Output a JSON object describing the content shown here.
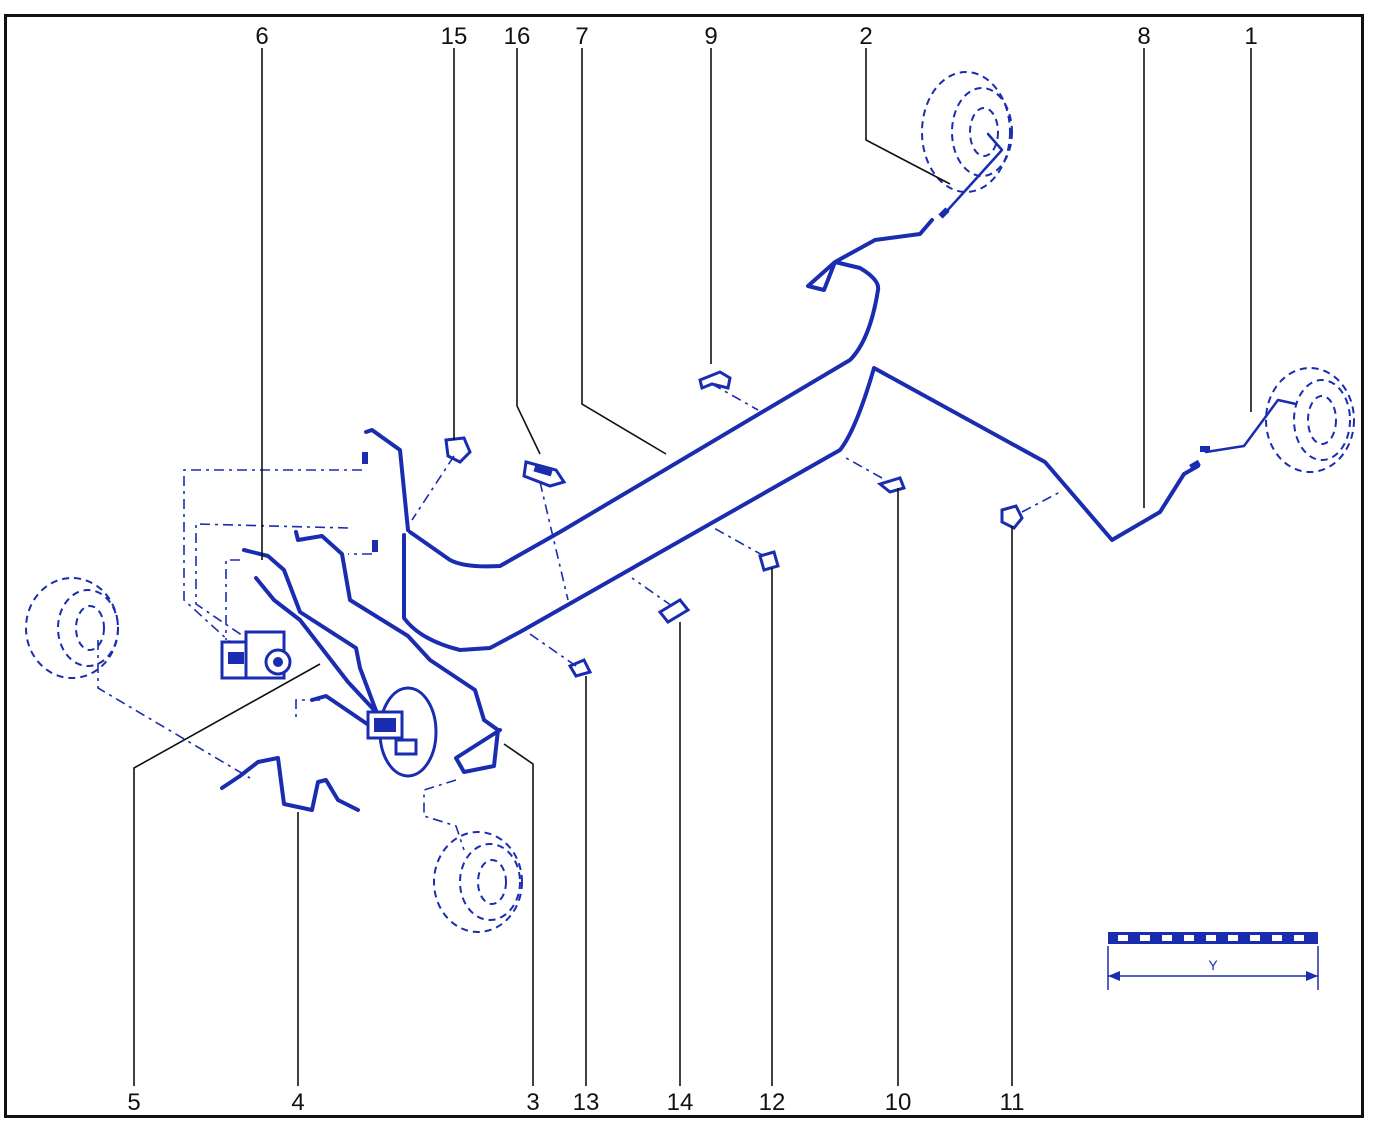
{
  "diagram": {
    "callouts_top": [
      "6",
      "15",
      "16",
      "7",
      "9",
      "2",
      "8",
      "1"
    ],
    "callouts_bottom": [
      "5",
      "4",
      "3",
      "13",
      "14",
      "12",
      "10",
      "11"
    ],
    "scale_label": "Y"
  },
  "colors": {
    "line": "#1a2db0",
    "text": "#111111",
    "background": "#ffffff"
  }
}
